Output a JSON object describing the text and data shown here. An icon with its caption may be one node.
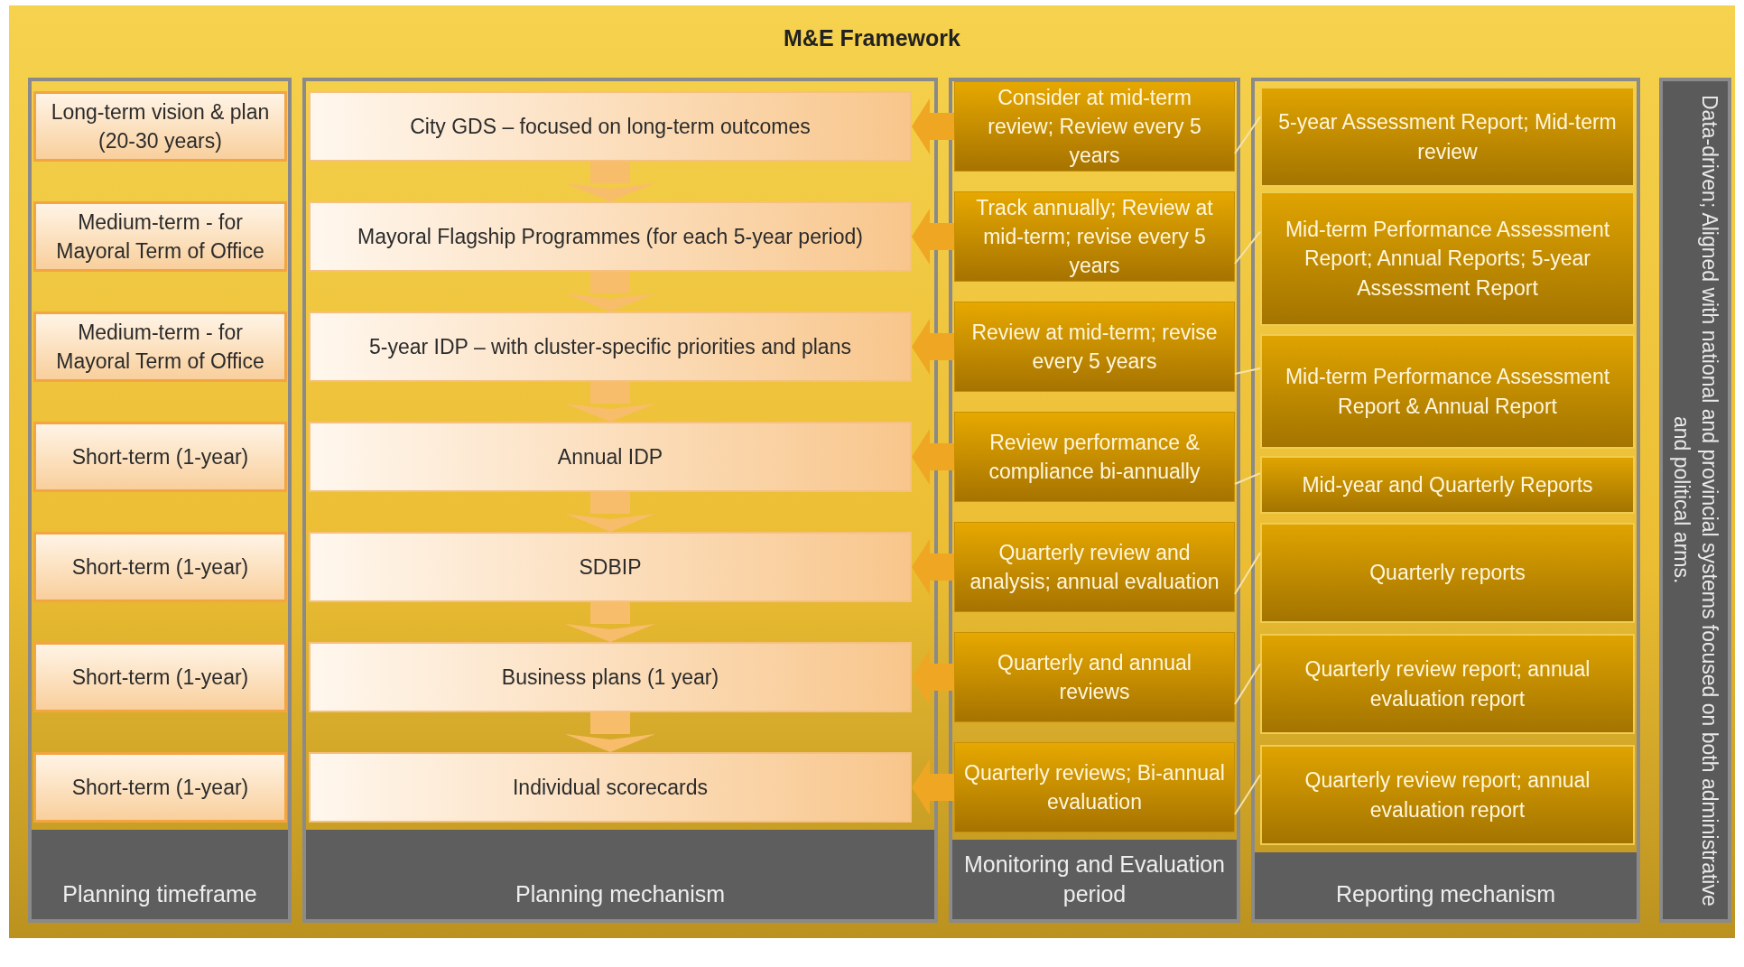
{
  "diagram": {
    "nodes": [
      {
        "text": [
          "M&E Framework"
        ]
      },
      {
        "text": [
          "Planning timeframe"
        ],
        "in": 0
      },
      {
        "text": [
          "Long-term vision & plan (20-30 years)"
        ],
        "in": 1
      },
      {
        "text": [
          "Medium-term - for Mayoral Term of Office"
        ],
        "in": 1
      },
      {
        "text": [
          "Medium-term - for Mayoral Term of Office"
        ],
        "in": 1
      },
      {
        "text": [
          "Short-term (1-year)"
        ],
        "in": 1
      },
      {
        "text": [
          "Short-term (1-year)"
        ],
        "in": 1
      },
      {
        "text": [
          "Short-term (1-year)"
        ],
        "in": 1
      },
      {
        "text": [
          "Short-term (1-year)"
        ],
        "in": 1
      },
      {
        "text": [
          "Planning mechanism"
        ],
        "in": 0
      },
      {
        "text": [
          "City GDS – focused on long-term outcomes"
        ],
        "in": 9
      },
      {
        "text": [
          "Mayoral Flagship Programmes (for each 5-year period)"
        ],
        "in": 9
      },
      {
        "text": [
          "5-year IDP – with cluster-specific priorities and plans"
        ],
        "in": 9
      },
      {
        "text": [
          "Annual IDP"
        ],
        "in": 9
      },
      {
        "text": [
          "SDBIP"
        ],
        "in": 9
      },
      {
        "text": [
          "Business plans (1 year)"
        ],
        "in": 9
      },
      {
        "text": [
          "Individual scorecards"
        ],
        "in": 9
      },
      {
        "text": [
          "Monitoring and Evaluation period"
        ],
        "in": 0
      },
      {
        "text": [
          "Consider at mid-term review; Review every 5 years"
        ],
        "in": 17
      },
      {
        "text": [
          "Track annually; Review at mid-term; revise every 5 years"
        ],
        "in": 17
      },
      {
        "text": [
          "Review at mid-term; revise every 5 years"
        ],
        "in": 17
      },
      {
        "text": [
          "Review performance & compliance bi-annually"
        ],
        "in": 17
      },
      {
        "text": [
          "Quarterly review and analysis; annual evaluation"
        ],
        "in": 17
      },
      {
        "text": [
          "Quarterly and annual reviews"
        ],
        "in": 17
      },
      {
        "text": [
          "Quarterly reviews; Bi-annual evaluation"
        ],
        "in": 17
      },
      {
        "text": [
          "Reporting mechanism"
        ],
        "in": 0
      },
      {
        "text": [
          "5-year Assessment Report; Mid-term review"
        ],
        "in": 25
      },
      {
        "text": [
          "Mid-term Performance Assessment Report; Annual Reports; 5-year Assessment Report"
        ],
        "in": 25
      },
      {
        "text": [
          "Mid-term Performance Assessment Report & Annual Report"
        ],
        "in": 25
      },
      {
        "text": [
          "Mid-year and Quarterly Reports"
        ],
        "in": 25
      },
      {
        "text": [
          "Quarterly reports"
        ],
        "in": 25
      },
      {
        "text": [
          "Quarterly review report; annual evaluation report"
        ],
        "in": 25
      },
      {
        "text": [
          "Quarterly review report; annual evaluation report"
        ],
        "in": 25
      },
      {
        "text": [
          "Data-driven; Aligned with national and provincial systems focused on both administrative and political arms."
        ],
        "in": 0
      }
    ],
    "edges": [
      {
        "from": 10,
        "to": 11,
        "arrow": "to"
      },
      {
        "from": 11,
        "to": 12,
        "arrow": "to"
      },
      {
        "from": 12,
        "to": 13,
        "arrow": "to"
      },
      {
        "from": 13,
        "to": 14,
        "arrow": "to"
      },
      {
        "from": 14,
        "to": 15,
        "arrow": "to"
      },
      {
        "from": 15,
        "to": 16,
        "arrow": "to"
      },
      {
        "from": 18,
        "to": 10,
        "arrow": "to"
      },
      {
        "from": 19,
        "to": 11,
        "arrow": "to"
      },
      {
        "from": 20,
        "to": 12,
        "arrow": "to"
      },
      {
        "from": 21,
        "to": 13,
        "arrow": "to"
      },
      {
        "from": 22,
        "to": 14,
        "arrow": "to"
      },
      {
        "from": 23,
        "to": 15,
        "arrow": "to"
      },
      {
        "from": 24,
        "to": 16,
        "arrow": "to"
      },
      {
        "from": 18,
        "to": 26,
        "arrow": "none",
        "color": "#f6e3a8"
      },
      {
        "from": 19,
        "to": 27,
        "arrow": "none",
        "color": "#f6e3a8"
      },
      {
        "from": 20,
        "to": 28,
        "arrow": "none",
        "color": "#f6e3a8"
      },
      {
        "from": 21,
        "to": 29,
        "arrow": "none",
        "color": "#f6e3a8"
      },
      {
        "from": 22,
        "to": 30,
        "arrow": "none",
        "color": "#f6e3a8"
      },
      {
        "from": 23,
        "to": 31,
        "arrow": "none",
        "color": "#f6e3a8"
      },
      {
        "from": 24,
        "to": 32,
        "arrow": "none",
        "color": "#f6e3a8"
      }
    ]
  }
}
